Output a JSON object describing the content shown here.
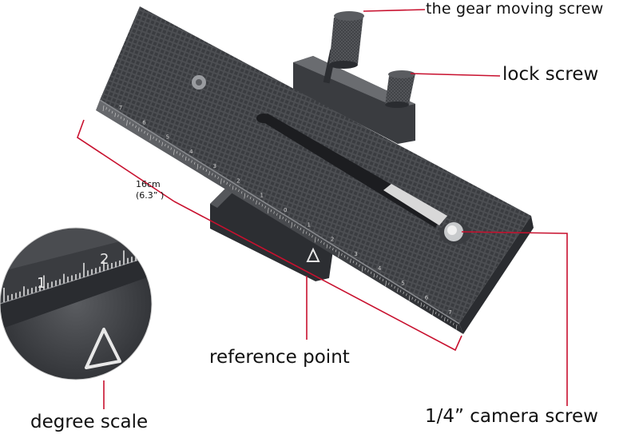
{
  "labels": {
    "gear_moving_screw": "the gear moving screw",
    "lock_screw": "lock screw",
    "length_cm": "16cm",
    "length_in": "(6.3” )",
    "reference_point": "reference point",
    "degree_scale": "degree scale",
    "camera_screw": "1/4” camera screw"
  },
  "scale_numbers": [
    "7",
    "6",
    "5",
    "4",
    "3",
    "2",
    "1",
    "0",
    "1",
    "2",
    "3",
    "4",
    "5",
    "6",
    "7"
  ],
  "inset_scale_numbers": [
    "1",
    "2"
  ],
  "colors": {
    "leader_line": "#c8102e",
    "plate": "#4a4c50",
    "plate_dark": "#2e3034",
    "background": "#ffffff"
  },
  "icons": {
    "reference_mark": "triangle-icon",
    "inset_reference_mark": "triangle-icon"
  }
}
